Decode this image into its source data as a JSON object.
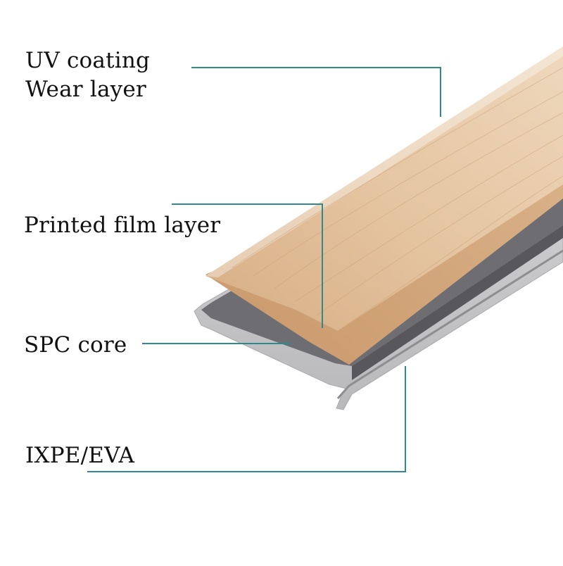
{
  "labels": {
    "uv_coating": "UV coating",
    "wear_layer": "Wear layer",
    "printed_film": "Printed film layer",
    "spc_core": "SPC core",
    "ixpe_eva": "IXPE/EVA"
  },
  "colors": {
    "leader_line": "#2e8a8c",
    "wood_light": "#e7ccad",
    "wood_mid": "#d9b48d",
    "wood_dark": "#b98a5e",
    "core_gray": "#6e6e72",
    "base_light": "#c9c9cb",
    "base_edge": "#a9a9ab"
  }
}
